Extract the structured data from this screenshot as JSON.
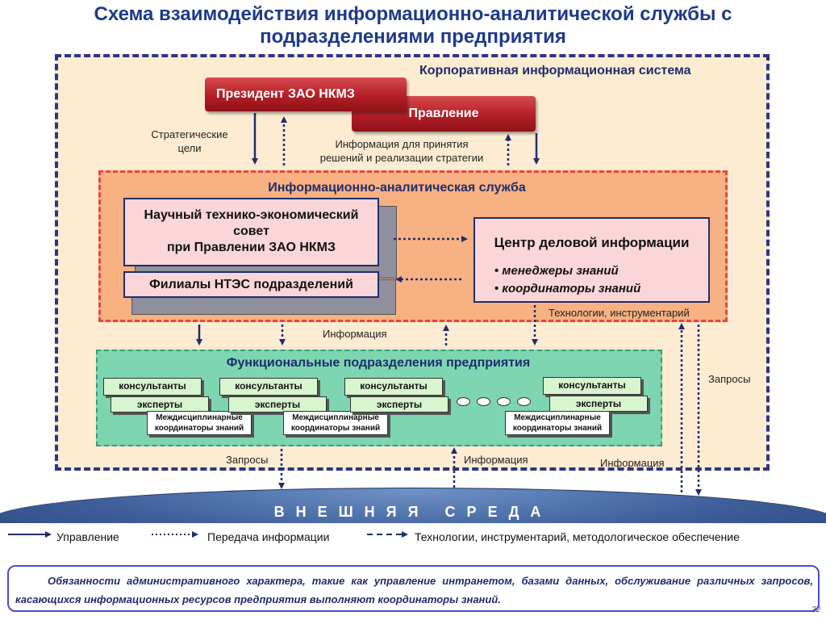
{
  "title_line1": "Схема взаимодействия информационно-аналитической службы с",
  "title_line2": "подразделениями предприятия",
  "corporate_system": "Корпоративная информационная система",
  "president": "Президент ЗАО НКМЗ",
  "board": "Правление",
  "strategic_goals_line1": "Стратегические",
  "strategic_goals_line2": "цели",
  "decision_info_line1": "Информация для принятия",
  "decision_info_line2": "решений и реализации стратегии",
  "ias": "Информационно-аналитическая служба",
  "ntes_line1": "Научный технико-экономический",
  "ntes_line2": "совет",
  "ntes_line3": "при Правлении ЗАО НКМЗ",
  "branches": "Филиалы НТЭС подразделений",
  "cdi_title": "Центр деловой информации",
  "cdi_items": [
    "менеджеры знаний",
    "координаторы знаний"
  ],
  "tech_tools": "Технологии, инструментарий",
  "information": "Информация",
  "functional_units": "Функциональные подразделения предприятия",
  "consultants": "консультанты",
  "experts": "эксперты",
  "mezh_line1": "Междисциплинарные",
  "mezh_line2": "координаторы знаний",
  "requests": "Запросы",
  "external_env": "ВНЕШНЯЯ СРЕДА",
  "legend": {
    "control": "Управление",
    "info_transfer": "Передача информации",
    "tech": "Технологии, инструментарий, методологическое обеспечение"
  },
  "note": "Обязанности административного характера, такие как управление интранетом, базами данных, обслуживание различных запросов, касающихся информационных ресурсов предприятия выполняют координаторы знаний.",
  "page_number": "22",
  "colors": {
    "title": "#1f3a8a",
    "corp_border": "#2a3686",
    "corp_fill": "#fdebd2",
    "red": "#b21e25",
    "ias_fill": "#f8b182",
    "ias_border": "#e8453d",
    "func_fill": "#7dd6b1",
    "env": "#3f5f9a"
  }
}
